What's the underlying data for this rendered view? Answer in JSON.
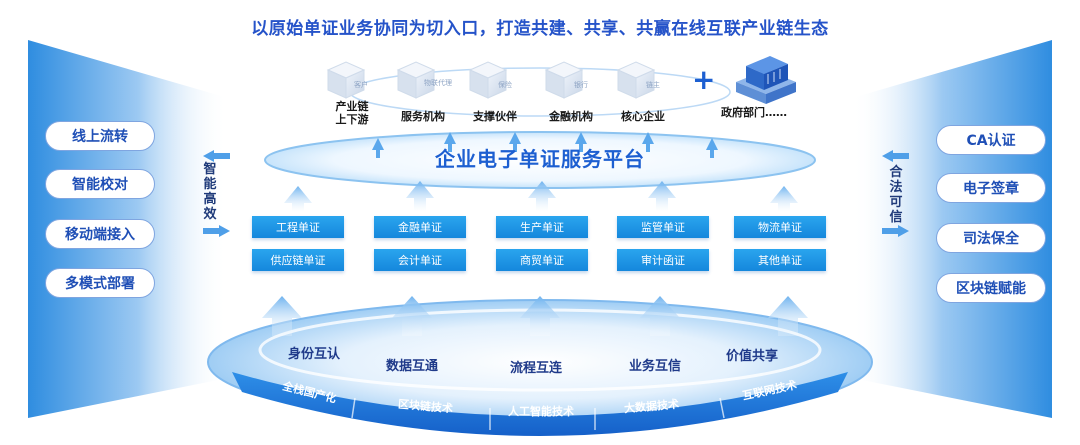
{
  "title": "以原始单证业务协同为切入口，打造共建、共享、共赢在线互联产业链生态",
  "platform_title": "企业电子单证服务平台",
  "left_features": [
    "线上流转",
    "智能校对",
    "移动端接入",
    "多模式部署"
  ],
  "right_features": [
    "CA认证",
    "电子签章",
    "司法保全",
    "区块链赋能"
  ],
  "left_side_label": [
    "智",
    "能",
    "高",
    "效"
  ],
  "right_side_label": [
    "合",
    "法",
    "可",
    "信"
  ],
  "participants": [
    {
      "label_lines": [
        "产业链",
        "上下游"
      ],
      "tag": "客户"
    },
    {
      "label_lines": [
        "服务机构"
      ],
      "tag": "物联代理"
    },
    {
      "label_lines": [
        "支撑伙伴"
      ],
      "tag": "保险"
    },
    {
      "label_lines": [
        "金融机构"
      ],
      "tag": "银行"
    },
    {
      "label_lines": [
        "核心企业"
      ],
      "tag": "链主"
    }
  ],
  "gov": {
    "label": "政府部门……",
    "plus": "+"
  },
  "certificates_row1": [
    "工程单证",
    "金融单证",
    "生产单证",
    "监管单证",
    "物流单证"
  ],
  "certificates_row2": [
    "供应链单证",
    "会计单证",
    "商贸单证",
    "审计函证",
    "其他单证"
  ],
  "base_features": [
    "身份互认",
    "数据互通",
    "流程互连",
    "业务互信",
    "价值共享"
  ],
  "tech_capabilities": [
    "全栈国产化",
    "区块链技术",
    "人工智能技术",
    "大数据技术",
    "互联网技术"
  ],
  "colors": {
    "title": "#2553c9",
    "accent": "#1d5fd1",
    "cert_bg": "#1a93e4",
    "tech_band": "#1d73d9"
  }
}
